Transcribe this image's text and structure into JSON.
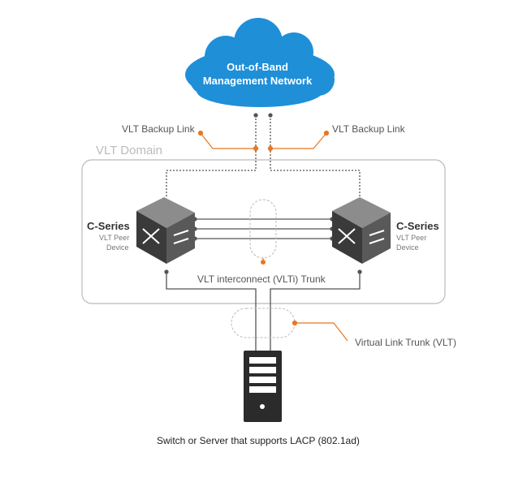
{
  "cloud": {
    "line1": "Out-of-Band",
    "line2": "Management Network"
  },
  "backup_link_left": "VLT Backup Link",
  "backup_link_right": "VLT Backup Link",
  "domain_label": "VLT Domain",
  "left_switch": {
    "series": "C-Series",
    "line1": "VLT Peer",
    "line2": "Device"
  },
  "right_switch": {
    "series": "C-Series",
    "line1": "VLT Peer",
    "line2": "Device"
  },
  "interconnect_label": "VLT interconnect (VLTi) Trunk",
  "vlt_label": "Virtual Link Trunk (VLT)",
  "server_caption": "Switch or Server that supports LACP (802.1ad)",
  "colors": {
    "cloud": "#1f8fd8",
    "accent": "#e87722",
    "domain_border": "#bbbbbb",
    "switch_dark": "#3a3a3a",
    "server": "#2b2b2b"
  }
}
